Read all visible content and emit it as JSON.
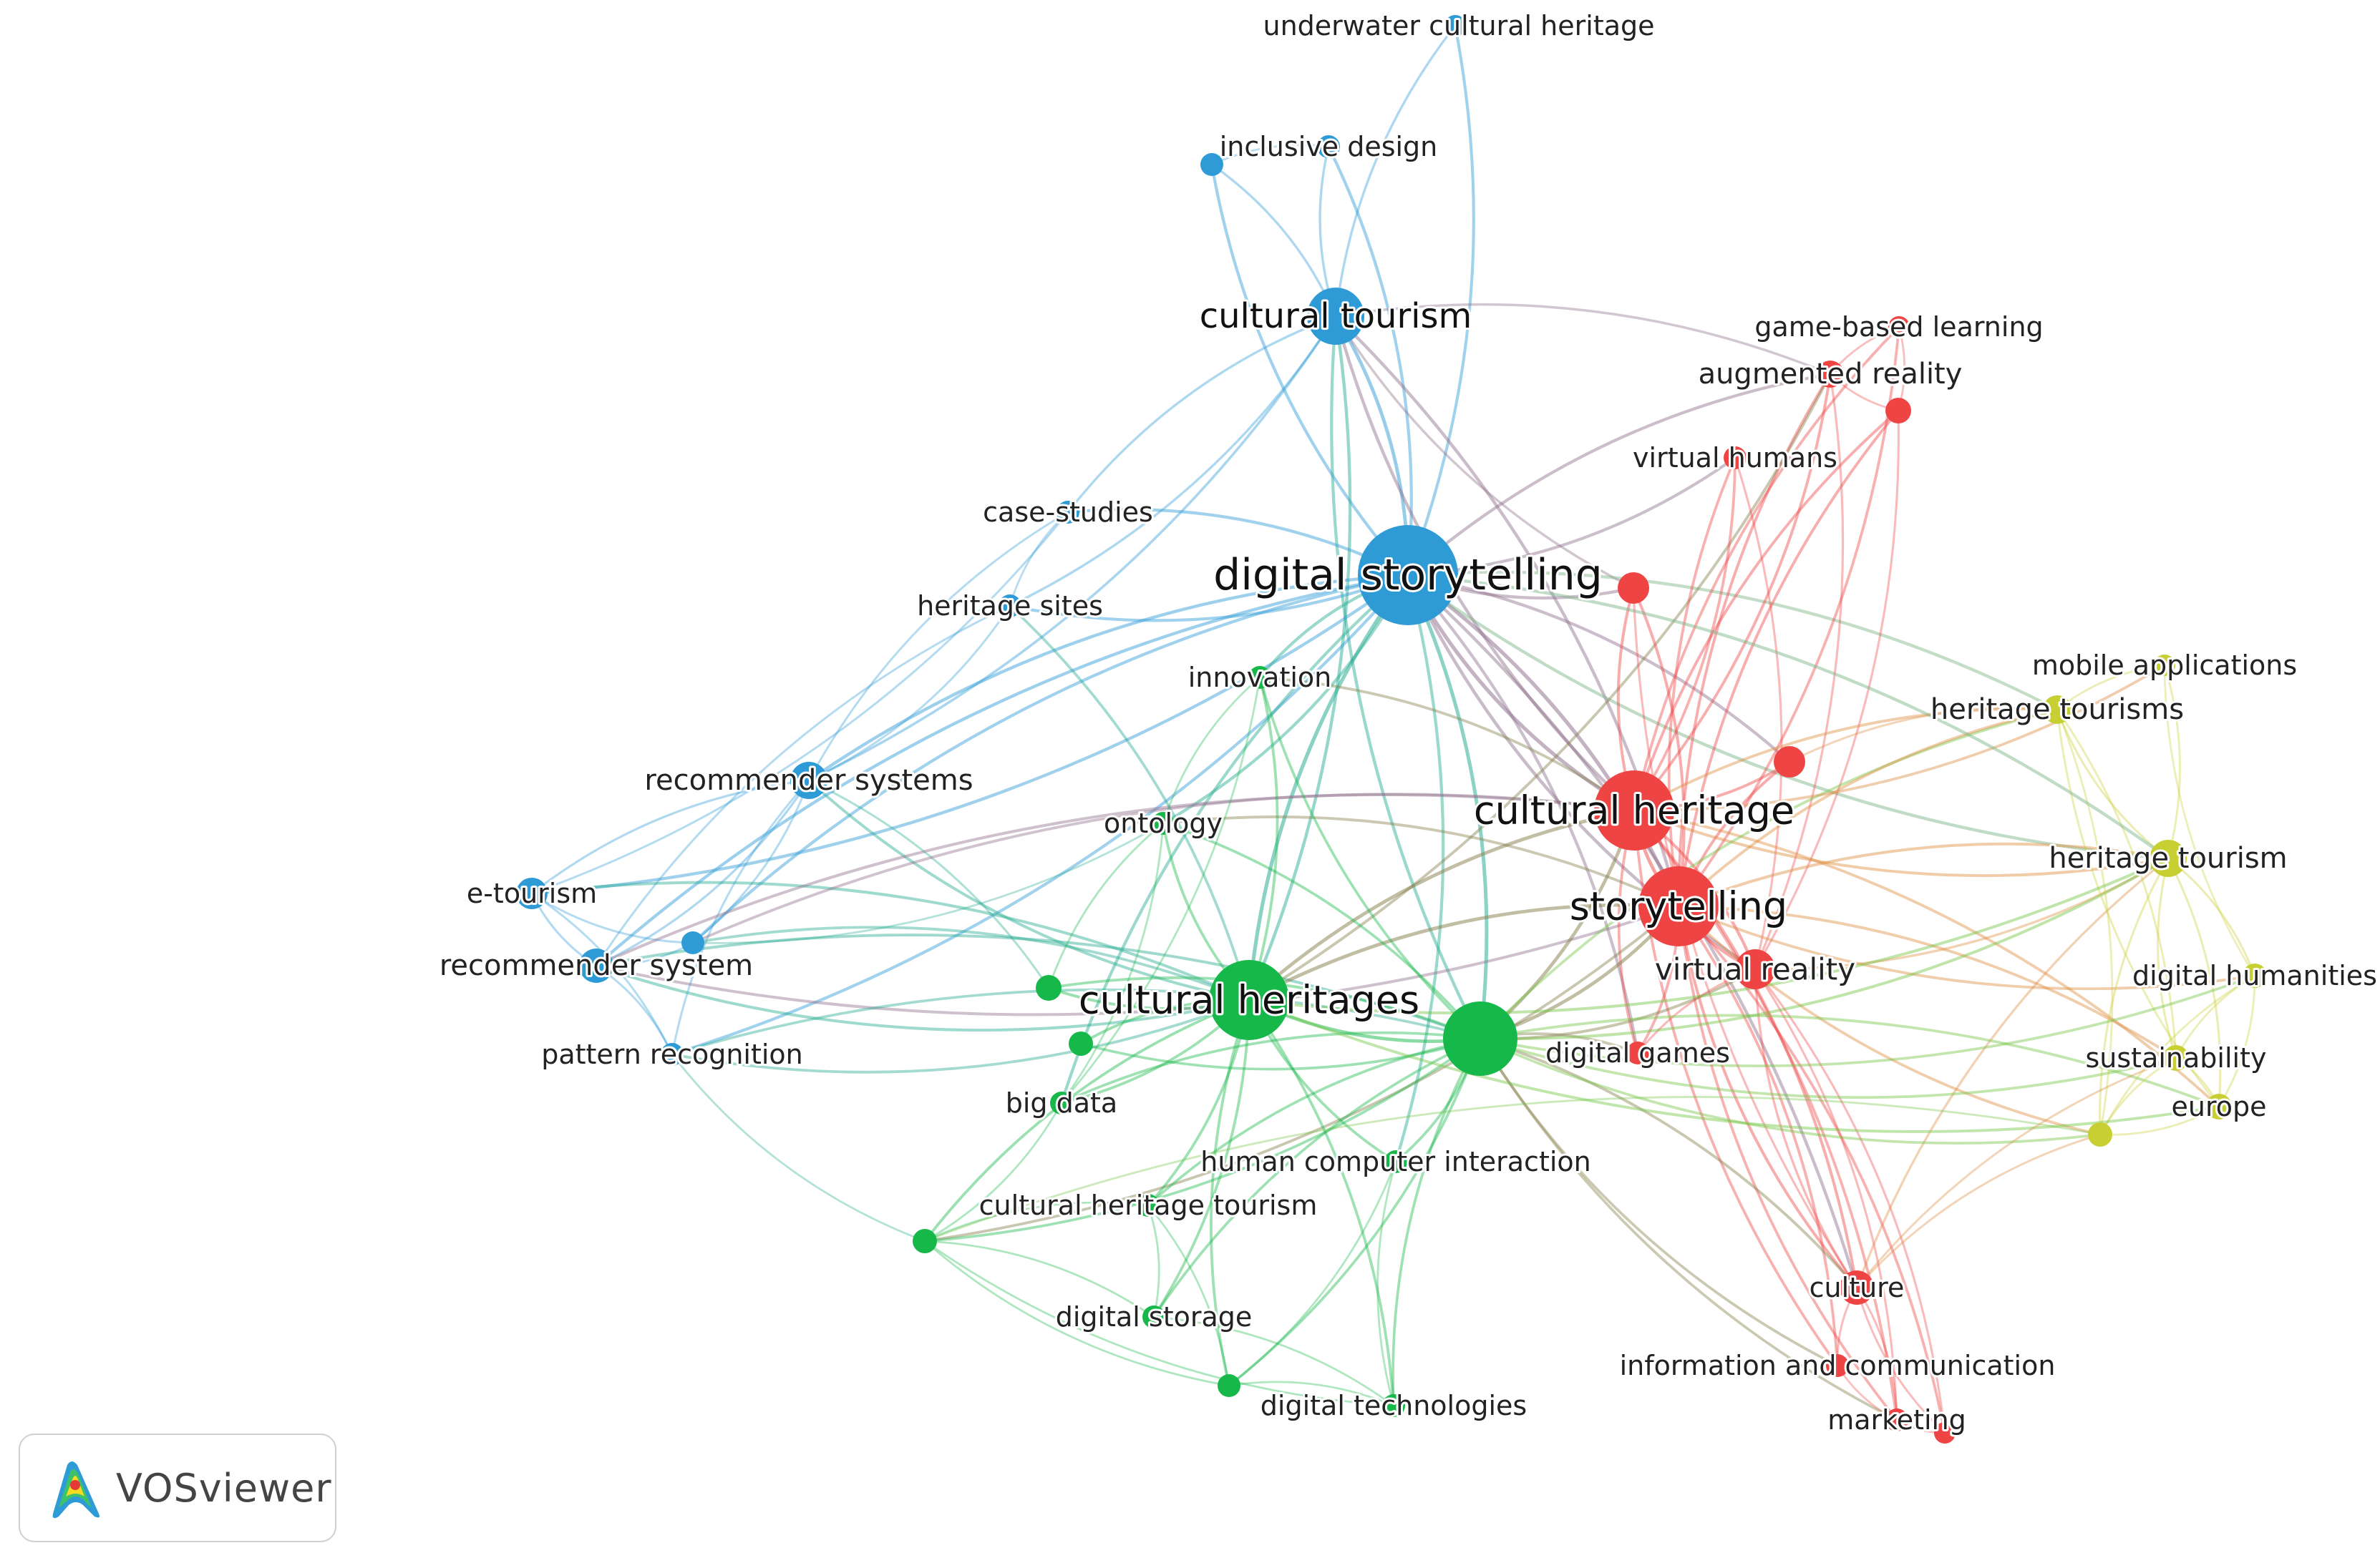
{
  "colors": {
    "blue": "#2f9bd6",
    "green": "#17b84a",
    "red": "#ef4444",
    "yellow": "#c8cf33"
  },
  "nodes": [
    {
      "id": "underwater-cultural-heritage",
      "label": "underwater cultural heritage",
      "cluster": "blue"
    },
    {
      "id": "inclusive-design",
      "label": "inclusive design",
      "cluster": "blue"
    },
    {
      "id": "blue-minor-1",
      "label": "",
      "cluster": "blue"
    },
    {
      "id": "cultural-tourism",
      "label": "cultural tourism",
      "cluster": "blue"
    },
    {
      "id": "case-studies",
      "label": "case-studies",
      "cluster": "blue"
    },
    {
      "id": "digital-storytelling",
      "label": "digital storytelling",
      "cluster": "blue"
    },
    {
      "id": "heritage-sites",
      "label": "heritage sites",
      "cluster": "blue"
    },
    {
      "id": "recommender-systems",
      "label": "recommender systems",
      "cluster": "blue"
    },
    {
      "id": "e-tourism",
      "label": "e-tourism",
      "cluster": "blue"
    },
    {
      "id": "blue-minor-2",
      "label": "",
      "cluster": "blue"
    },
    {
      "id": "recommender-system",
      "label": "recommender system",
      "cluster": "blue"
    },
    {
      "id": "pattern-recognition",
      "label": "pattern recognition",
      "cluster": "blue"
    },
    {
      "id": "game-based-learning",
      "label": "game-based learning",
      "cluster": "red"
    },
    {
      "id": "augmented-reality",
      "label": "augmented reality",
      "cluster": "red"
    },
    {
      "id": "red-minor-1",
      "label": "",
      "cluster": "red"
    },
    {
      "id": "virtual-humans",
      "label": "virtual humans",
      "cluster": "red"
    },
    {
      "id": "red-minor-2",
      "label": "",
      "cluster": "red"
    },
    {
      "id": "red-minor-3",
      "label": "",
      "cluster": "red"
    },
    {
      "id": "cultural-heritage",
      "label": "cultural heritage",
      "cluster": "red"
    },
    {
      "id": "storytelling",
      "label": "storytelling",
      "cluster": "red"
    },
    {
      "id": "virtual-reality",
      "label": "virtual reality",
      "cluster": "red"
    },
    {
      "id": "digital-games",
      "label": "digital games",
      "cluster": "red"
    },
    {
      "id": "culture",
      "label": "culture",
      "cluster": "red"
    },
    {
      "id": "information-and-communication",
      "label": "information and communication",
      "cluster": "red"
    },
    {
      "id": "marketing",
      "label": "marketing",
      "cluster": "red"
    },
    {
      "id": "red-minor-4",
      "label": "",
      "cluster": "red"
    },
    {
      "id": "innovation",
      "label": "innovation",
      "cluster": "green"
    },
    {
      "id": "ontology",
      "label": "ontology",
      "cluster": "green"
    },
    {
      "id": "cultural-heritages",
      "label": "cultural heritages",
      "cluster": "green"
    },
    {
      "id": "green-hub",
      "label": "",
      "cluster": "green"
    },
    {
      "id": "green-minor-1",
      "label": "",
      "cluster": "green"
    },
    {
      "id": "green-minor-2",
      "label": "",
      "cluster": "green"
    },
    {
      "id": "big-data",
      "label": "big data",
      "cluster": "green"
    },
    {
      "id": "human-computer-interaction",
      "label": "human computer interaction",
      "cluster": "green"
    },
    {
      "id": "cultural-heritage-tourism",
      "label": "cultural heritage tourism",
      "cluster": "green"
    },
    {
      "id": "green-minor-3",
      "label": "",
      "cluster": "green"
    },
    {
      "id": "digital-storage",
      "label": "digital storage",
      "cluster": "green"
    },
    {
      "id": "green-minor-4",
      "label": "",
      "cluster": "green"
    },
    {
      "id": "digital-technologies",
      "label": "digital technologies",
      "cluster": "green"
    },
    {
      "id": "mobile-applications",
      "label": "mobile applications",
      "cluster": "yellow"
    },
    {
      "id": "heritage-tourisms",
      "label": "heritage tourisms",
      "cluster": "yellow"
    },
    {
      "id": "heritage-tourism",
      "label": "heritage tourism",
      "cluster": "yellow"
    },
    {
      "id": "digital-humanities",
      "label": "digital humanities",
      "cluster": "yellow"
    },
    {
      "id": "sustainability",
      "label": "sustainability",
      "cluster": "yellow"
    },
    {
      "id": "yellow-minor-1",
      "label": "",
      "cluster": "yellow"
    },
    {
      "id": "europe",
      "label": "europe",
      "cluster": "yellow"
    }
  ],
  "badge": {
    "name": "VOSviewer"
  }
}
